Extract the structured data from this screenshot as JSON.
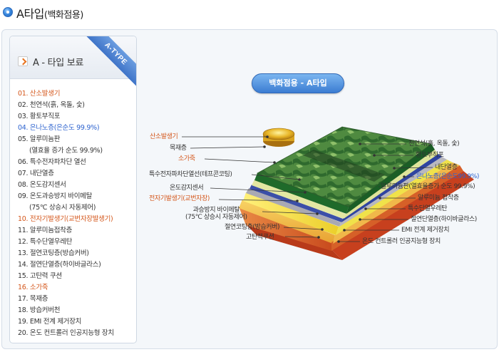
{
  "header": {
    "title": "A타입",
    "subtitle": "(백화점용)"
  },
  "left_panel": {
    "title": "A - 타입 보료",
    "ribbon": "A-TYPE",
    "items": [
      {
        "text": "01. 산소발생기",
        "color": "red"
      },
      {
        "text": "02. 천연석(흙, 옥돌, 숯)",
        "color": "default"
      },
      {
        "text": "03. 황토부직포",
        "color": "default"
      },
      {
        "text": "04. 은나노층(은순도 99.9%)",
        "color": "blue"
      },
      {
        "text": "05. 알루미늄판",
        "color": "default"
      },
      {
        "text": "(열효율 증가 순도 99.9%)",
        "color": "default",
        "indent": true
      },
      {
        "text": "06. 특수전자파차단 열선",
        "color": "default"
      },
      {
        "text": "07. 내단열층",
        "color": "default"
      },
      {
        "text": "08. 온도감지센서",
        "color": "default"
      },
      {
        "text": "09. 온도과승방지 바이메탈",
        "color": "default"
      },
      {
        "text": "(75℃ 상승시 자동제어)",
        "color": "default",
        "indent": true
      },
      {
        "text": "10. 전자기발생기(교번자장발생기)",
        "color": "red"
      },
      {
        "text": "11. 알루미늄접착층",
        "color": "default"
      },
      {
        "text": "12. 특수단열우레탄",
        "color": "default"
      },
      {
        "text": "13. 절연코팅층(방습커버)",
        "color": "default"
      },
      {
        "text": "14. 절연단열층(하이바글라스)",
        "color": "default"
      },
      {
        "text": "15. 고탄력 쿠션",
        "color": "default"
      },
      {
        "text": "16. 소가죽",
        "color": "red"
      },
      {
        "text": "17. 목재층",
        "color": "default"
      },
      {
        "text": "18. 방습커버천",
        "color": "default"
      },
      {
        "text": "19. EMI 전계 제거장치",
        "color": "default"
      },
      {
        "text": "20. 온도 컨트롤러 인공지능형 장치",
        "color": "default"
      }
    ]
  },
  "diagram": {
    "badge": "백화점용 - A타입",
    "labels_left": {
      "oxygen": "산소발생기",
      "wood": "목재층",
      "leather": "소가죽",
      "heating_wire": "특수전자파차단열선(테프콘코팅)",
      "temp_sensor": "온도감지센서",
      "em_generator": "전자기발생기(교번자장)",
      "bimetal_1": "과승방지 바이메탈",
      "bimetal_2": "(75℃ 상승시 자동제어)",
      "insulation_coating": "절연코팅층(방습커버)",
      "cushion": "고탄력쿠션"
    },
    "labels_right": {
      "stone": "천연석(흙, 옥돌, 숯)",
      "loess": "황토부직포",
      "inner_insulation": "내단열층",
      "silver_nano": "은나노층(은순도99.9%)",
      "aluminum_plate": "알루미늄판(열효율증가 순도 99.9%)",
      "aluminum_adhesive": "알루미늄 접착층",
      "urethane": "특수단열우레탄",
      "glass": "절연단열층(하이바글라스)",
      "emi": "EMI 전계 제거장치",
      "controller": "온도 컨트롤러 인공지능형 장치"
    },
    "colors": {
      "stone_top": "#3e7a3a",
      "loess": "#1f6a2a",
      "inner": "#d7e07a",
      "silver": "#9a9a9a",
      "aluminum": "#f0e24a",
      "foam": "#f7c84a",
      "red_layer": "#c7401e",
      "orange_layer": "#e77a2c"
    }
  }
}
